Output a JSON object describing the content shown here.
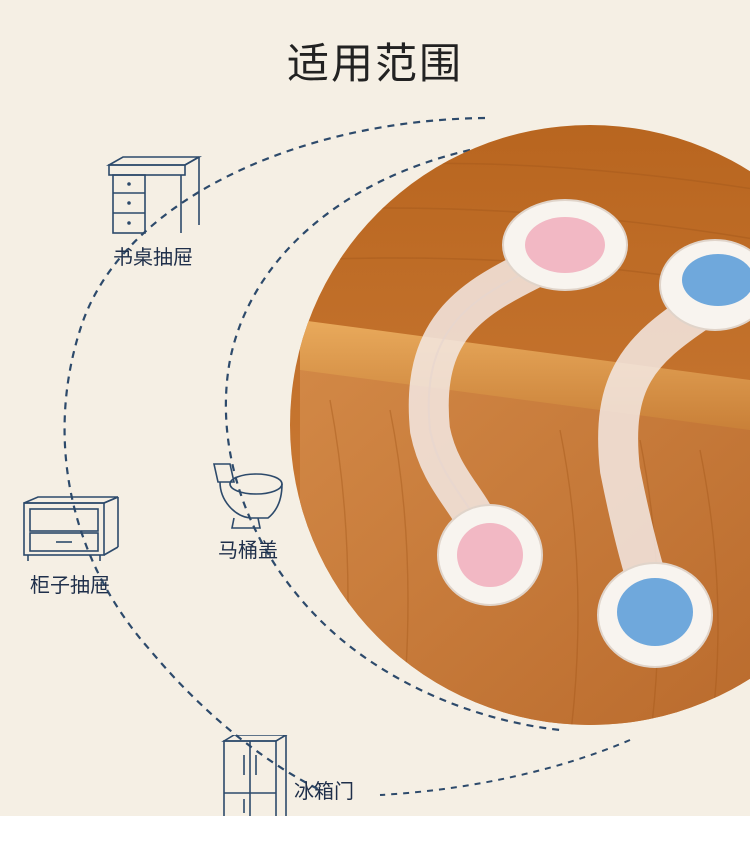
{
  "title": "适用范围",
  "items": [
    {
      "label": "书桌抽屉",
      "icon": "desk-icon"
    },
    {
      "label": "柜子抽屉",
      "icon": "cabinet-icon"
    },
    {
      "label": "马桶盖",
      "icon": "toilet-icon"
    },
    {
      "label": "冰箱门",
      "icon": "fridge-icon"
    }
  ],
  "colors": {
    "background": "#f5efe4",
    "dashed_line": "#2d4a6b",
    "label_text": "#1f2f4a",
    "wood": "#c8773a",
    "lock_pink": "#f2b8c4",
    "lock_blue": "#6fa8dc"
  }
}
